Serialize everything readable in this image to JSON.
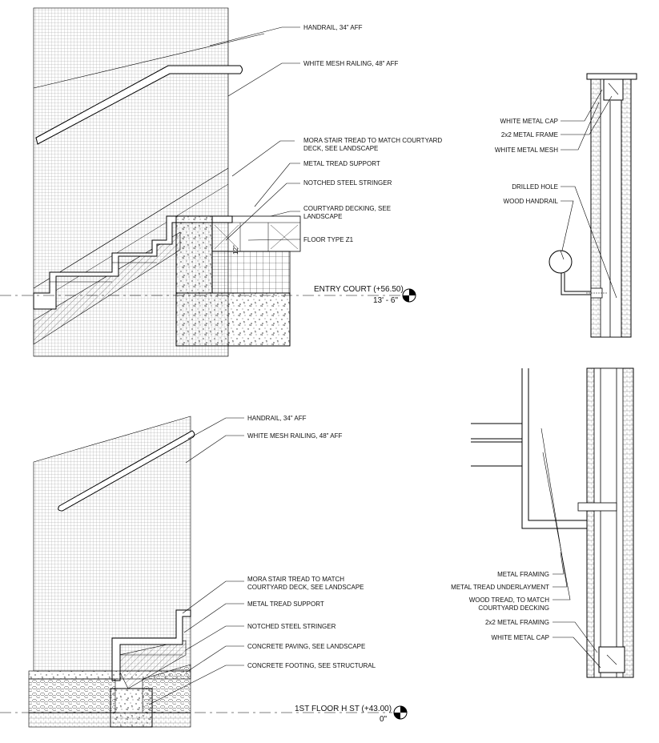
{
  "top_section": {
    "labels": {
      "handrail": "HANDRAIL, 34\" AFF",
      "white_mesh_railing": "WHITE MESH RAILING, 48\" AFF",
      "mora_tread_1": "MORA STAIR TREAD TO MATCH COURTYARD",
      "mora_tread_2": "DECK, SEE LANDSCAPE",
      "metal_tread_support": "METAL TREAD SUPPORT",
      "notched_stringer": "NOTCHED STEEL STRINGER",
      "courtyard_decking_1": "COURTYARD DECKING, SEE",
      "courtyard_decking_2": "LANDSCAPE",
      "floor_type": "FLOOR TYPE Z1",
      "dim_12": "12\""
    },
    "level": {
      "name": "ENTRY COURT (+56.50)",
      "elevation": "13' - 6\""
    }
  },
  "top_right_detail": {
    "labels": {
      "white_metal_cap": "WHITE METAL CAP",
      "metal_frame": "2x2 METAL FRAME",
      "white_metal_mesh": "WHITE METAL MESH",
      "drilled_hole": "DRILLED HOLE",
      "wood_handrail": "WOOD HANDRAIL"
    }
  },
  "bottom_section": {
    "labels": {
      "handrail": "HANDRAIL, 34\" AFF",
      "white_mesh_railing": "WHITE MESH RAILING, 48\" AFF",
      "mora_tread_1": "MORA STAIR TREAD TO MATCH",
      "mora_tread_2": "COURTYARD DECK, SEE LANDSCAPE",
      "metal_tread_support": "METAL TREAD SUPPORT",
      "notched_stringer": "NOTCHED STEEL STRINGER",
      "concrete_paving": "CONCRETE PAVING, SEE LANDSCAPE",
      "concrete_footing": "CONCRETE FOOTING, SEE STRUCTURAL"
    },
    "level": {
      "name": "1ST FLOOR H ST (+43.00)",
      "elevation": "0\""
    }
  },
  "bottom_right_detail": {
    "labels": {
      "metal_framing": "METAL FRAMING",
      "metal_tread_underlayment": "METAL TREAD UNDERLAYMENT",
      "wood_tread_1": "WOOD TREAD, TO MATCH",
      "wood_tread_2": "COURTYARD DECKING",
      "metal_framing_2x2": "2x2 METAL FRAMING",
      "white_metal_cap": "WHITE METAL CAP"
    }
  }
}
